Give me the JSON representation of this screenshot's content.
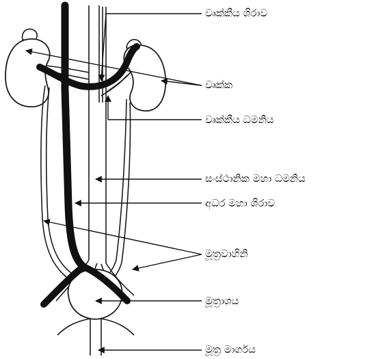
{
  "labels": {
    "renal_vein": "වෘක්කීය ශිරාව",
    "kidney": "වෘක්ක",
    "renal_artery": "වෘක්කීය ධමනිය",
    "aorta": "සංස්ථානික මහා ධමනිය",
    "vena_cava": "අධර මහා ශිරාව",
    "ureters": "මූත්‍රවාහිනි",
    "bladder": "මූත්‍රාශය",
    "urethra": "මූත්‍ර මාර්ගය"
  },
  "colors": {
    "vein": "#111111",
    "outline": "#1a1a1a",
    "fill": "#ffffff"
  }
}
